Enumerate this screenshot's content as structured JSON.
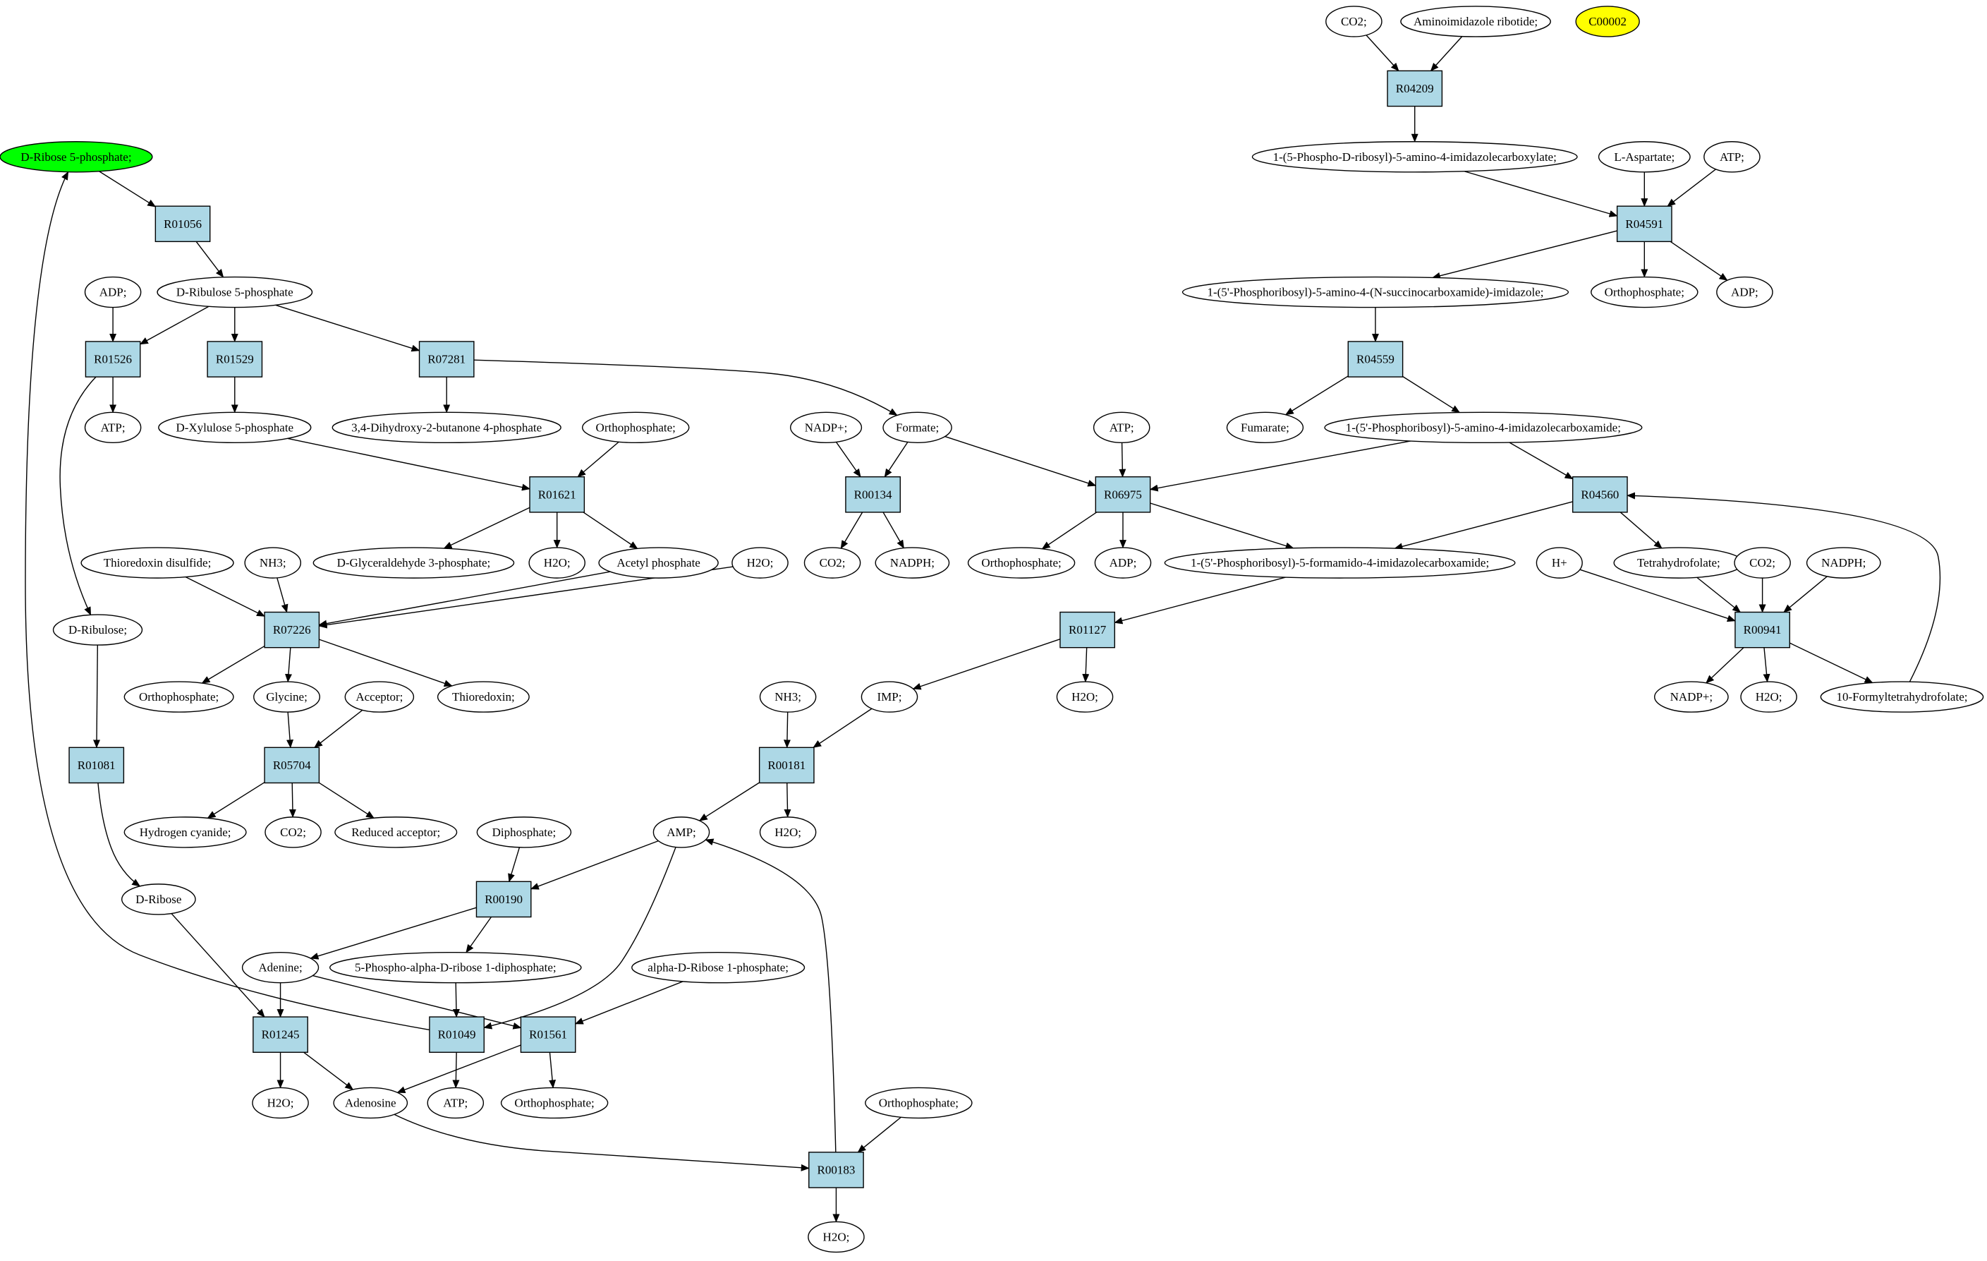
{
  "colors": {
    "reaction_fill": "#add8e6",
    "metabolite_fill": "#ffffff",
    "highlight_green": "#00ff00",
    "highlight_yellow": "#ffff00",
    "stroke": "#000000"
  },
  "nodes": {
    "co2_top": "CO2;",
    "aminoimidazole_ribotide": "Aminoimidazole ribotide;",
    "c00002": "C00002",
    "r04209": "R04209",
    "phospho_ribosyl_carboxylate": "1-(5-Phospho-D-ribosyl)-5-amino-4-imidazolecarboxylate;",
    "l_aspartate": "L-Aspartate;",
    "atp_r04591": "ATP;",
    "r04591": "R04591",
    "succinocarboxamide": "1-(5'-Phosphoribosyl)-5-amino-4-(N-succinocarboxamide)-imidazole;",
    "orthophosphate_r04591": "Orthophosphate;",
    "adp_r04591": "ADP;",
    "r04559": "R04559",
    "fumarate": "Fumarate;",
    "aicar": "1-(5'-Phosphoribosyl)-5-amino-4-imidazolecarboxamide;",
    "r04560": "R04560",
    "h_plus": "H+",
    "thf": "Tetrahydrofolate;",
    "co2_r00941": "CO2;",
    "nadph_r00941": "NADPH;",
    "r00941": "R00941",
    "nadp_r00941": "NADP+;",
    "h2o_r00941": "H2O;",
    "formyl_thf": "10-Formyltetrahydrofolate;",
    "d_ribose_5p": "D-Ribose 5-phosphate;",
    "r01056": "R01056",
    "adp_left": "ADP;",
    "d_ribulose_5p": "D-Ribulose 5-phosphate",
    "r01526": "R01526",
    "r01529": "R01529",
    "r07281": "R07281",
    "atp_left": "ATP;",
    "d_xylulose_5p": "D-Xylulose 5-phosphate",
    "dihydroxy_butanone": "3,4-Dihydroxy-2-butanone 4-phosphate",
    "orthophosphate_r01621": "Orthophosphate;",
    "r01621": "R01621",
    "nadp_r00134": "NADP+;",
    "formate": "Formate;",
    "r00134": "R00134",
    "atp_r06975": "ATP;",
    "r06975": "R06975",
    "thioredoxin_disulfide": "Thioredoxin disulfide;",
    "nh3_r07226": "NH3;",
    "g3p": "D-Glyceraldehyde 3-phosphate;",
    "h2o_r01621": "H2O;",
    "acetyl_phosphate": "Acetyl phosphate",
    "h2o_r07226": "H2O;",
    "co2_r00134": "CO2;",
    "nadph_r00134": "NADPH;",
    "orthophosphate_r06975": "Orthophosphate;",
    "adp_r06975": "ADP;",
    "faicar": "1-(5'-Phosphoribosyl)-5-formamido-4-imidazolecarboxamide;",
    "d_ribulose": "D-Ribulose;",
    "r07226": "R07226",
    "r01127": "R01127",
    "orthophosphate_r07226": "Orthophosphate;",
    "glycine": "Glycine;",
    "acceptor": "Acceptor;",
    "thioredoxin": "Thioredoxin;",
    "nh3_r00181": "NH3;",
    "imp": "IMP;",
    "h2o_r01127": "H2O;",
    "r01081": "R01081",
    "r05704": "R05704",
    "r00181": "R00181",
    "hydrogen_cyanide": "Hydrogen cyanide;",
    "co2_r05704": "CO2;",
    "reduced_acceptor": "Reduced acceptor;",
    "diphosphate": "Diphosphate;",
    "amp": "AMP;",
    "h2o_r00181": "H2O;",
    "d_ribose": "D-Ribose",
    "r00190": "R00190",
    "adenine": "Adenine;",
    "prpp": "5-Phospho-alpha-D-ribose 1-diphosphate;",
    "ribose_1p": "alpha-D-Ribose 1-phosphate;",
    "r01245": "R01245",
    "r01049": "R01049",
    "r01561": "R01561",
    "h2o_r01245": "H2O;",
    "adenosine": "Adenosine",
    "atp_r01049": "ATP;",
    "orthophosphate_r01561": "Orthophosphate;",
    "orthophosphate_r00183": "Orthophosphate;",
    "r00183": "R00183",
    "h2o_r00183": "H2O;"
  }
}
